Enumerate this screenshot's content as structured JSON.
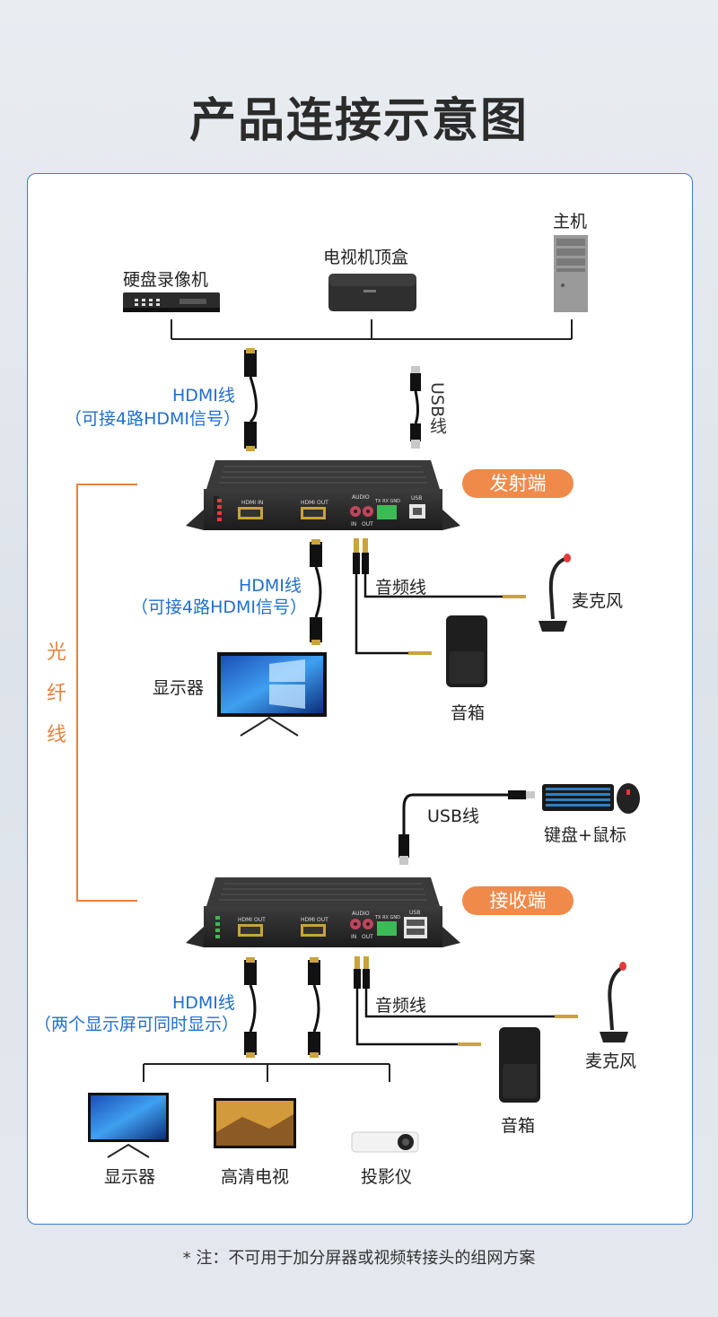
{
  "title": "产品连接示意图",
  "sources": {
    "nvr": "硬盘录像机",
    "stb": "电视机顶盒",
    "pc": "主机"
  },
  "tx_cables": {
    "hdmi_label": "HDMI线",
    "hdmi_note": "（可接4路HDMI信号）",
    "usb_label": "USB线"
  },
  "transmitter": {
    "badge": "发射端",
    "port_labels": [
      "HDMI IN",
      "HDMI OUT",
      "AUDIO",
      "TX RX GND",
      "USB"
    ],
    "audio_io": [
      "IN",
      "OUT"
    ],
    "hdmi_label": "HDMI线",
    "hdmi_note": "（可接4路HDMI信号）",
    "audio_label": "音频线",
    "mic": "麦克风",
    "monitor": "显示器",
    "speaker": "音箱"
  },
  "fiber": {
    "chars": [
      "光",
      "纤",
      "线"
    ]
  },
  "receiver": {
    "usb_label": "USB线",
    "kbm": "键盘+鼠标",
    "badge": "接收端",
    "port_labels": [
      "HDMI OUT",
      "HDMI OUT",
      "AUDIO",
      "TX RX GND",
      "USB"
    ],
    "audio_io": [
      "IN",
      "OUT"
    ],
    "hdmi_label": "HDMI线",
    "hdmi_note": "（两个显示屏可同时显示）",
    "audio_label": "音频线",
    "mic": "麦克风",
    "speaker": "音箱",
    "outputs": [
      "显示器",
      "高清电视",
      "投影仪"
    ]
  },
  "footnote": "* 注：不可用于加分屏器或视频转接头的组网方案",
  "colors": {
    "accent_orange": "#f08a4b",
    "link_blue": "#1f6fd1",
    "panel_border": "#3a7bd5",
    "device_dark": "#2a2a2a"
  }
}
